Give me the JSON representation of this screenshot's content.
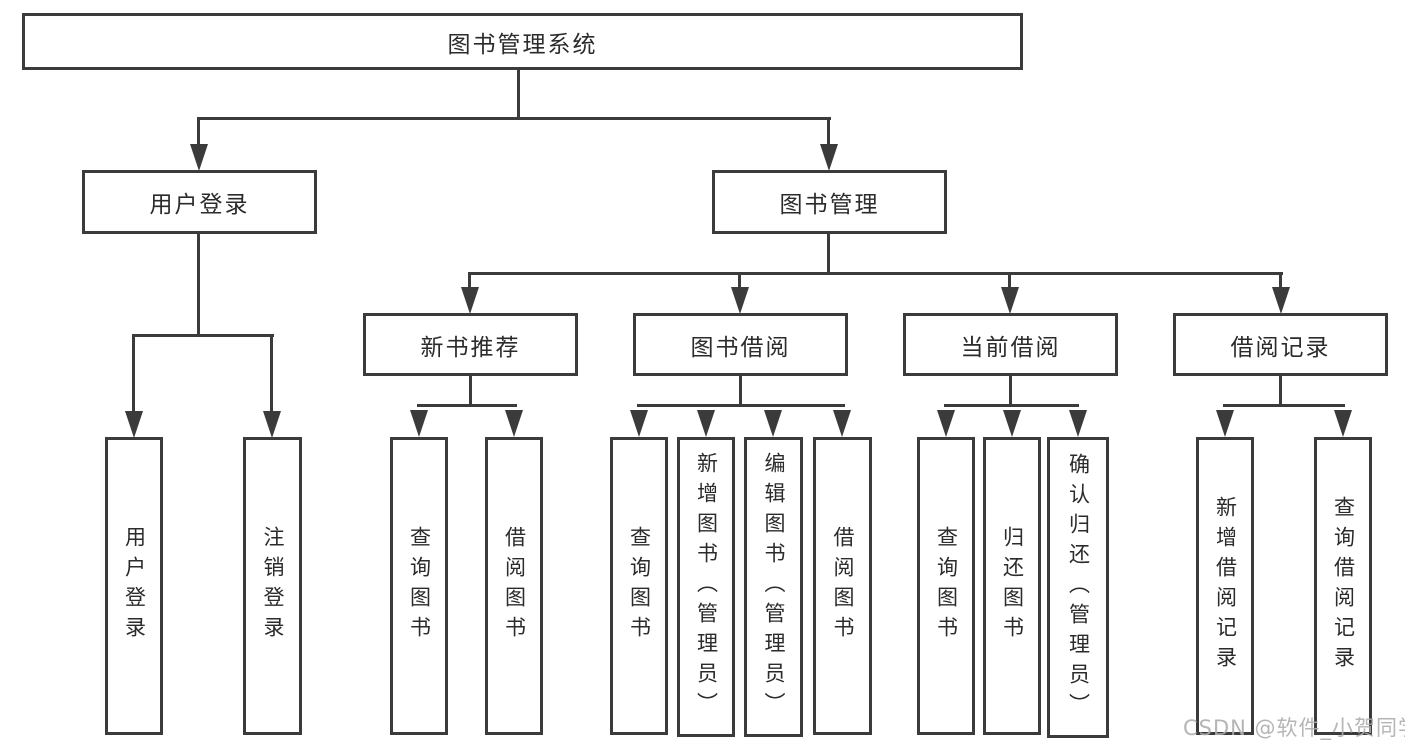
{
  "tree": {
    "label": "图书管理系统",
    "children": [
      {
        "label": "用户登录",
        "children": [
          "用户登录",
          "注销登录"
        ]
      },
      {
        "label": "图书管理",
        "children": [
          {
            "label": "新书推荐",
            "children": [
              "查询图书",
              "借阅图书"
            ]
          },
          {
            "label": "图书借阅",
            "children": [
              "查询图书",
              "新增图书（管理员）",
              "编辑图书（管理员）",
              "借阅图书"
            ]
          },
          {
            "label": "当前借阅",
            "children": [
              "查询图书",
              "归还图书",
              "确认归还（管理员）"
            ]
          },
          {
            "label": "借阅记录",
            "children": [
              "新增借阅记录",
              "查询借阅记录"
            ]
          }
        ]
      }
    ]
  },
  "watermark": "CSDN @软件_小贺同学",
  "colors": {
    "line": "#3b3b3b",
    "text": "#2b2b2b",
    "watermark": "#afadaf",
    "background": "#ffffff"
  }
}
